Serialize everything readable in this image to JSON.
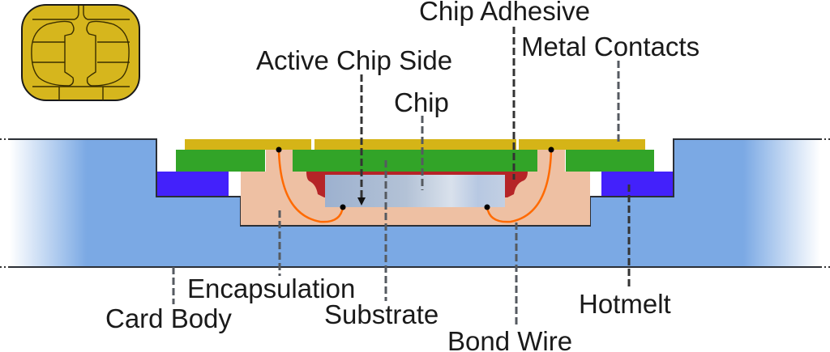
{
  "title": "Smart card chip module cross-section",
  "colors": {
    "card_body": "#7ba9e4",
    "hotmelt": "#4321fb",
    "substrate": "#32a428",
    "metal_contacts": "#d5b417",
    "encapsulation": "#eec0a3",
    "chip_adhesive": "#b52427",
    "chip": "#b6c6dc",
    "bond_wire": "#ff6a00",
    "contact_pad_icon": "#d6b61d"
  },
  "labels": {
    "chip_adhesive": "Chip Adhesive",
    "metal_contacts": "Metal Contacts",
    "active_chip_side": "Active Chip Side",
    "chip": "Chip",
    "encapsulation": "Encapsulation",
    "card_body": "Card Body",
    "substrate": "Substrate",
    "bond_wire": "Bond Wire",
    "hotmelt": "Hotmelt"
  },
  "icons": {
    "contact_pad": "smart-card-contact-pad-icon"
  }
}
